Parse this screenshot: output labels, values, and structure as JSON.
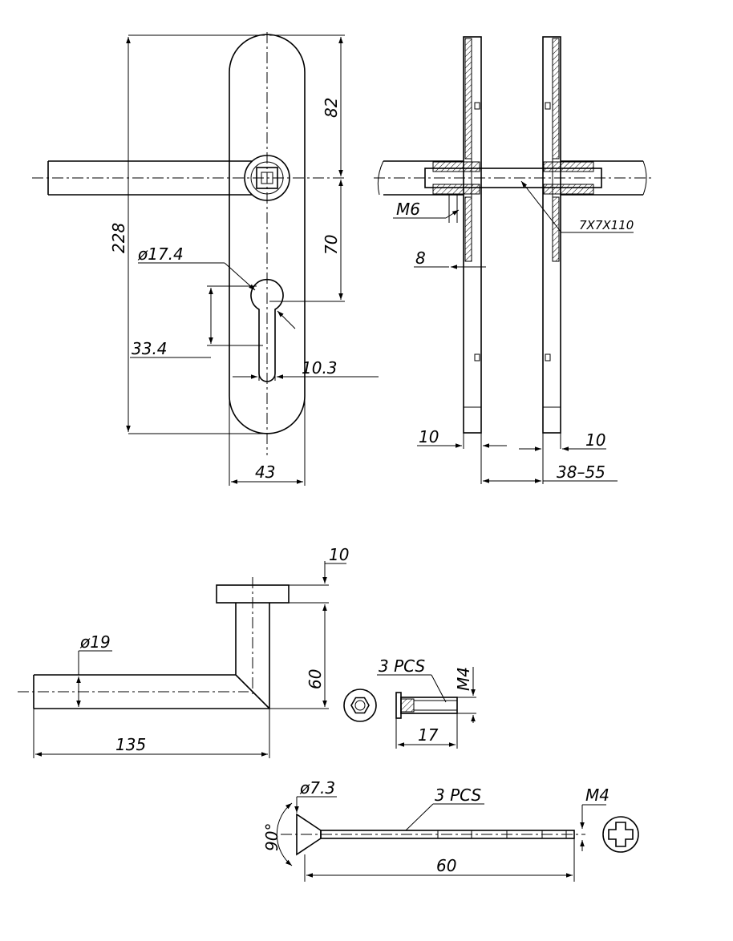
{
  "front_view": {
    "height_total": "228",
    "upper_to_spindle": "82",
    "spindle_to_cylinder": "70",
    "cylinder_diameter": "ø17.4",
    "cylinder_length": "33.4",
    "cylinder_width": "10.3",
    "plate_width": "43"
  },
  "section_view": {
    "screw_thread": "M6",
    "spindle": "7X7X110",
    "depth": "8",
    "plate_thickness_left": "10",
    "plate_thickness_right": "10",
    "door_thickness": "38–55"
  },
  "handle_view": {
    "rose_thickness": "10",
    "handle_diameter": "ø19",
    "handle_height": "60",
    "handle_length": "135"
  },
  "nut_view": {
    "quantity": "3 PCS",
    "thread": "M4",
    "length": "17"
  },
  "screw_view": {
    "head_diameter": "ø7.3",
    "quantity": "3 PCS",
    "thread": "M4",
    "head_angle": "90°",
    "length": "60"
  }
}
